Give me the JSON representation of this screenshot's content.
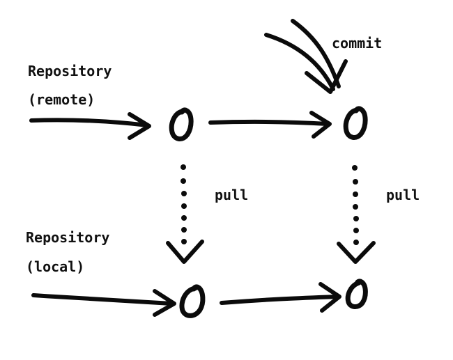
{
  "diagram": {
    "remote_label_line1": "Repository",
    "remote_label_line2": "(remote)",
    "local_label_line1": "Repository",
    "local_label_line2": "(local)",
    "commit_label": "commit",
    "pull_label_left": "pull",
    "pull_label_right": "pull",
    "node_glyph": "O",
    "ink_color": "#0b0b0b",
    "background_color": "#ffffff"
  }
}
